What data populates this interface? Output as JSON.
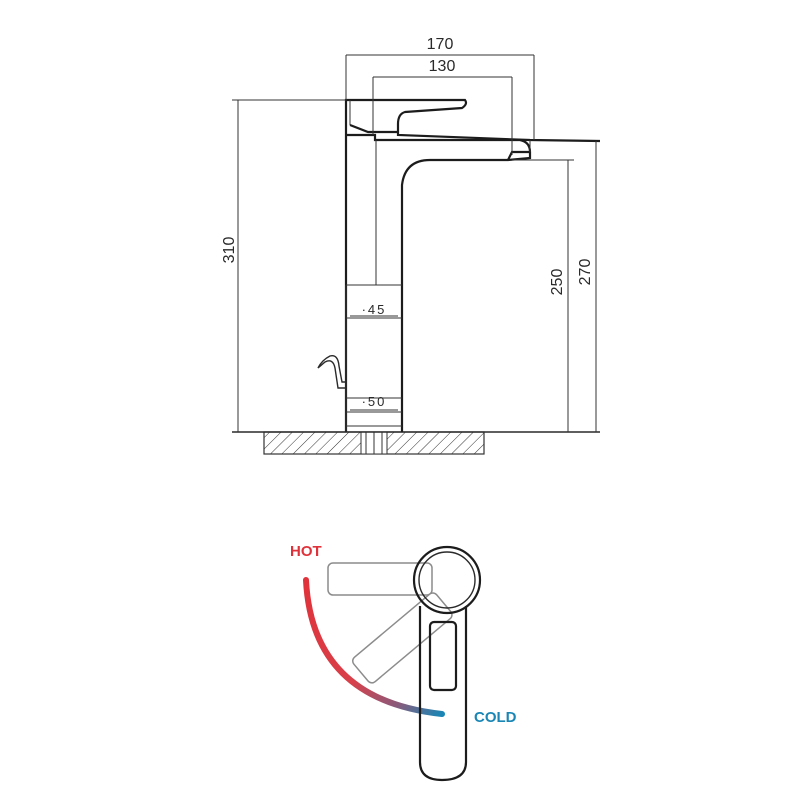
{
  "dimensions": {
    "width_total": "170",
    "width_spout": "130",
    "height_total": "310",
    "height_outlet": "250",
    "height_spout_top": "270",
    "diameter_body": "·45",
    "diameter_base": "·50"
  },
  "handle_labels": {
    "hot": "HOT",
    "cold": "COLD"
  },
  "colors": {
    "hot": "#e0323a",
    "cold": "#1a86b5",
    "line": "#2a2a2a"
  }
}
